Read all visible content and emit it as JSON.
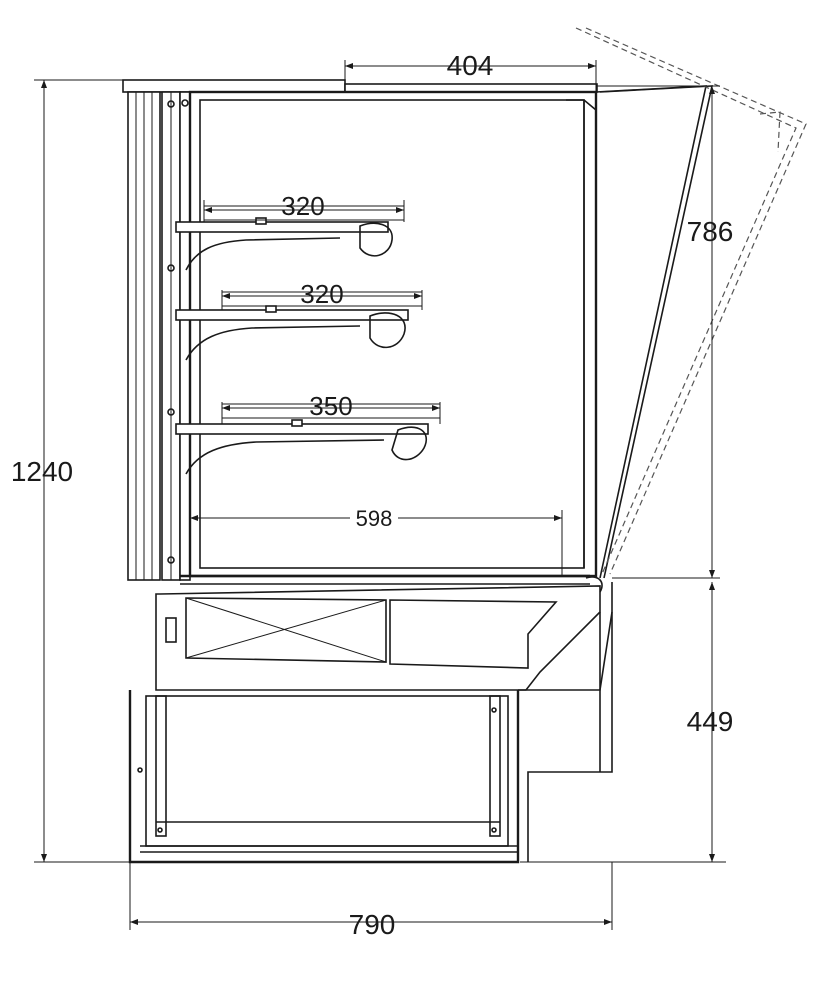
{
  "dimensions": {
    "top_opening": "404",
    "canopy_height": "786",
    "overall_height": "1240",
    "base_height": "449",
    "overall_depth": "790",
    "shelf_1": "320",
    "shelf_2": "320",
    "shelf_3": "350",
    "deck_depth": "598"
  },
  "colors": {
    "line": "#1a1a1a",
    "background": "#ffffff"
  }
}
